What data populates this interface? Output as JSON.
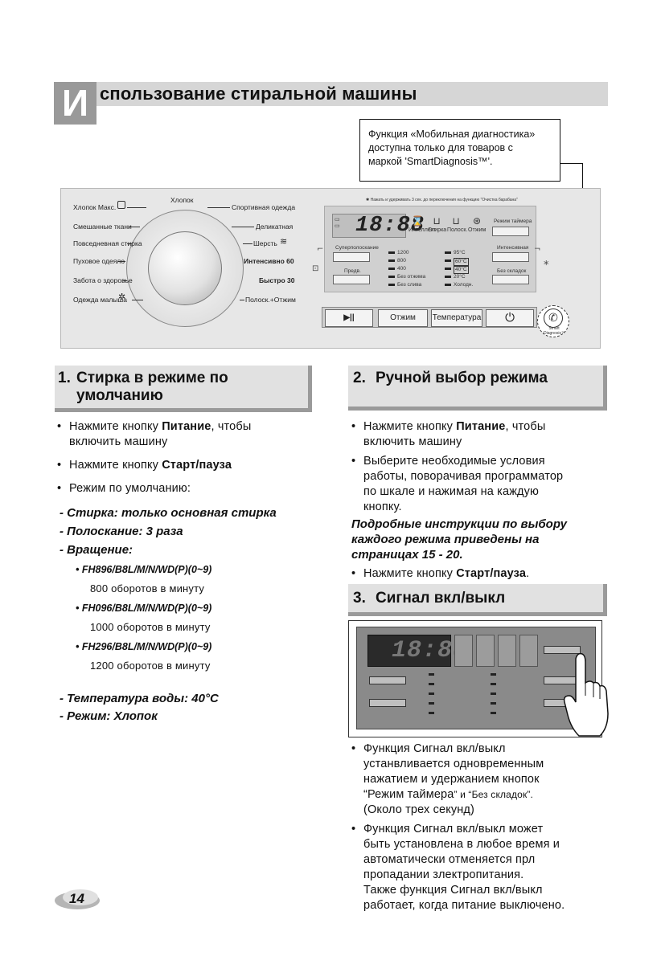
{
  "header": {
    "initial": "И",
    "title": "спользование стиральной машины"
  },
  "callout": {
    "lines": [
      "Функция «Мобильная диагностика»",
      "доступна только для товаров с",
      "маркой 'SmartDiagnosis™'."
    ]
  },
  "panel": {
    "top_note": "✱ Нажать и удерживать 3 сек. до переключения на функцию \"Очистка барабана\"",
    "programs_left": [
      "Хлопок Макс.",
      "Смешанные ткани",
      "Повседневная стирка",
      "Пуховое одеяло",
      "Забота о здоровье",
      "Одежда малыша"
    ],
    "program_top": "Хлопок",
    "programs_right": [
      "Спортивная одежда",
      "Деликатная",
      "Шерсть",
      "Интенсивно 60",
      "Быстро 30",
      "Полоск.+Отжим"
    ],
    "display_digits": "18:88",
    "icon_labels": [
      "Интеллект",
      "Стирка",
      "Полоск.",
      "Отжим"
    ],
    "timer_label": "Режим таймера",
    "prewash_label": "Суперполоскание",
    "presoak_label": "Предв.",
    "intensive_label": "Интенсивная",
    "nocrease_label": "Без складок",
    "spin_options": [
      "1200",
      "800",
      "400",
      "Без отжима",
      "Без слива"
    ],
    "temp_options": [
      "95°C",
      "60°C",
      "40°C",
      "20°C",
      "Холодн."
    ],
    "buttons": {
      "start": "▶||",
      "spin": "Отжим",
      "temp": "Температура",
      "power": "⏻"
    },
    "smart_label": "Smart Diagnosis™",
    "star": "*"
  },
  "section1": {
    "number": "1.",
    "title_line1": "Стирка в режиме по",
    "title_line2": "умолчанию",
    "b1_pre": "Нажмите кнопку ",
    "b1_bold": "Питание",
    "b1_post": ", чтобы",
    "b1_line2": "включить машину",
    "b2_pre": "Нажмите кнопку ",
    "b2_bold": "Старт/пауза",
    "b3": "Режим по умолчанию:",
    "d1": "- Стирка: только основная стирка",
    "d2": "- Полоскание: 3 раза",
    "d3": "- Вращение:",
    "models": [
      {
        "name": "FH896/B8L/M/N/WD(P)(0~9)",
        "rpm": "800 оборотов в минуту"
      },
      {
        "name": "FH096/B8L/M/N/WD(P)(0~9)",
        "rpm": "1000 оборотов в минуту"
      },
      {
        "name": "FH296/B8L/M/N/WD(P)(0~9)",
        "rpm": "1200 оборотов в минуту"
      }
    ],
    "d4": "- Температура воды: 40°C",
    "d5": "- Режим: Хлопок"
  },
  "section2": {
    "number": "2.",
    "title": "Ручной выбор режима",
    "b1_pre": "Нажмите кнопку ",
    "b1_bold": "Питание",
    "b1_post": ", чтобы",
    "b1_line2": "включить машину",
    "b2_lines": [
      "Выберите необходимые условия",
      "работы, поворачивая программатор",
      "по шкале и нажимая на каждую",
      "кнопку."
    ],
    "note_lines": [
      "Подробные инструкции по выбору",
      "каждого режима приведены на",
      "страницах 15 - 20."
    ],
    "b3_pre": "Нажмите кнопку ",
    "b3_bold": "Старт/пауза",
    "b3_post": "."
  },
  "section3": {
    "number": "3.",
    "title": "Сигнал вкл/выкл",
    "beep_digits": "18:88",
    "b1_lines": [
      "Функция Сигнал вкл/выкл",
      "устанвливается одновременным",
      "нажатием и удержанием кнопок"
    ],
    "b1_line4_a": "“Режим таймера",
    "b1_line4_b": "” и “Без складок”.",
    "b1_line5": "(Около трех секунд)",
    "b2_lines": [
      "Функция Сигнал вкл/выкл может",
      "быть установлена в любое время и",
      "автоматически отменяется прл",
      "пропадании злектропитания.",
      "Также функция Сигнал вкл/выкл",
      "работает, когда питание выключено."
    ]
  },
  "page": {
    "number": "14"
  }
}
